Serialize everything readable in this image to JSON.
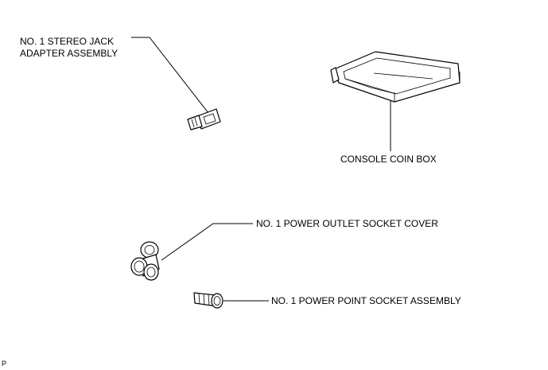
{
  "labels": {
    "stereo_jack_line1": "NO. 1 STEREO JACK",
    "stereo_jack_line2": "ADAPTER ASSEMBLY",
    "console_coin_box": "CONSOLE COIN BOX",
    "power_outlet_socket_cover": "NO. 1 POWER OUTLET SOCKET COVER",
    "power_point_socket_assembly": "NO. 1 POWER POINT SOCKET ASSEMBLY"
  },
  "corner_mark": "P"
}
